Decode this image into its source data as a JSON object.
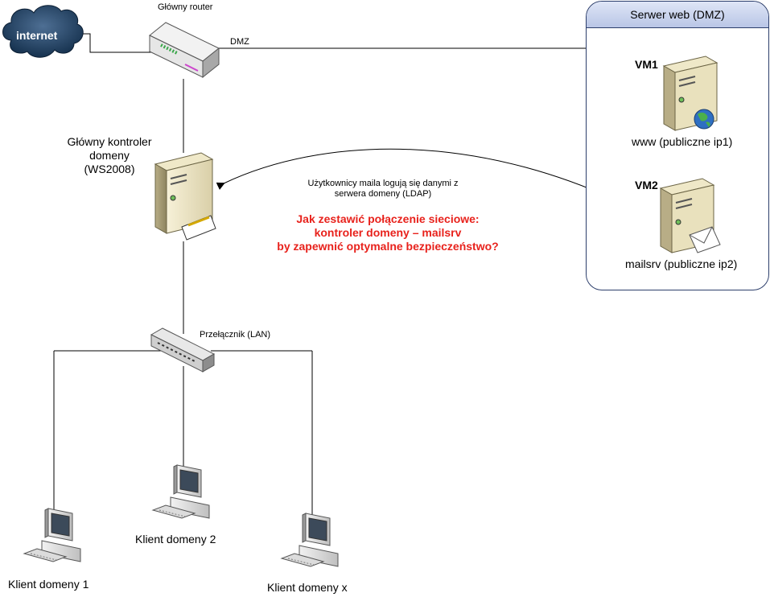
{
  "internet": {
    "label": "internet"
  },
  "router": {
    "label": "Główny router",
    "port_label": "DMZ"
  },
  "dc": {
    "label_line1": "Główny kontroler",
    "label_line2": "domeny",
    "label_line3": "(WS2008)"
  },
  "dmz": {
    "title": "Serwer web (DMZ)"
  },
  "vm1": {
    "name": "VM1",
    "desc": "www (publiczne ip1)"
  },
  "vm2": {
    "name": "VM2",
    "desc": "mailsrv (publiczne ip2)"
  },
  "ldap_note": {
    "line1": "Użytkownicy maila logują się danymi z",
    "line2": "serwera domeny (LDAP)"
  },
  "question": {
    "line1": "Jak zestawić połączenie sieciowe:",
    "line2": "kontroler domeny – mailsrv",
    "line3": "by zapewnić optymalne bezpieczeństwo?"
  },
  "switch": {
    "label": "Przełącznik (LAN)"
  },
  "clients": [
    "Klient domeny 1",
    "Klient domeny 2",
    "Klient domeny x"
  ],
  "colors": {
    "question": "#e8221c",
    "panel_border": "#2c3e6b",
    "cloud": "#1e3a5f"
  }
}
